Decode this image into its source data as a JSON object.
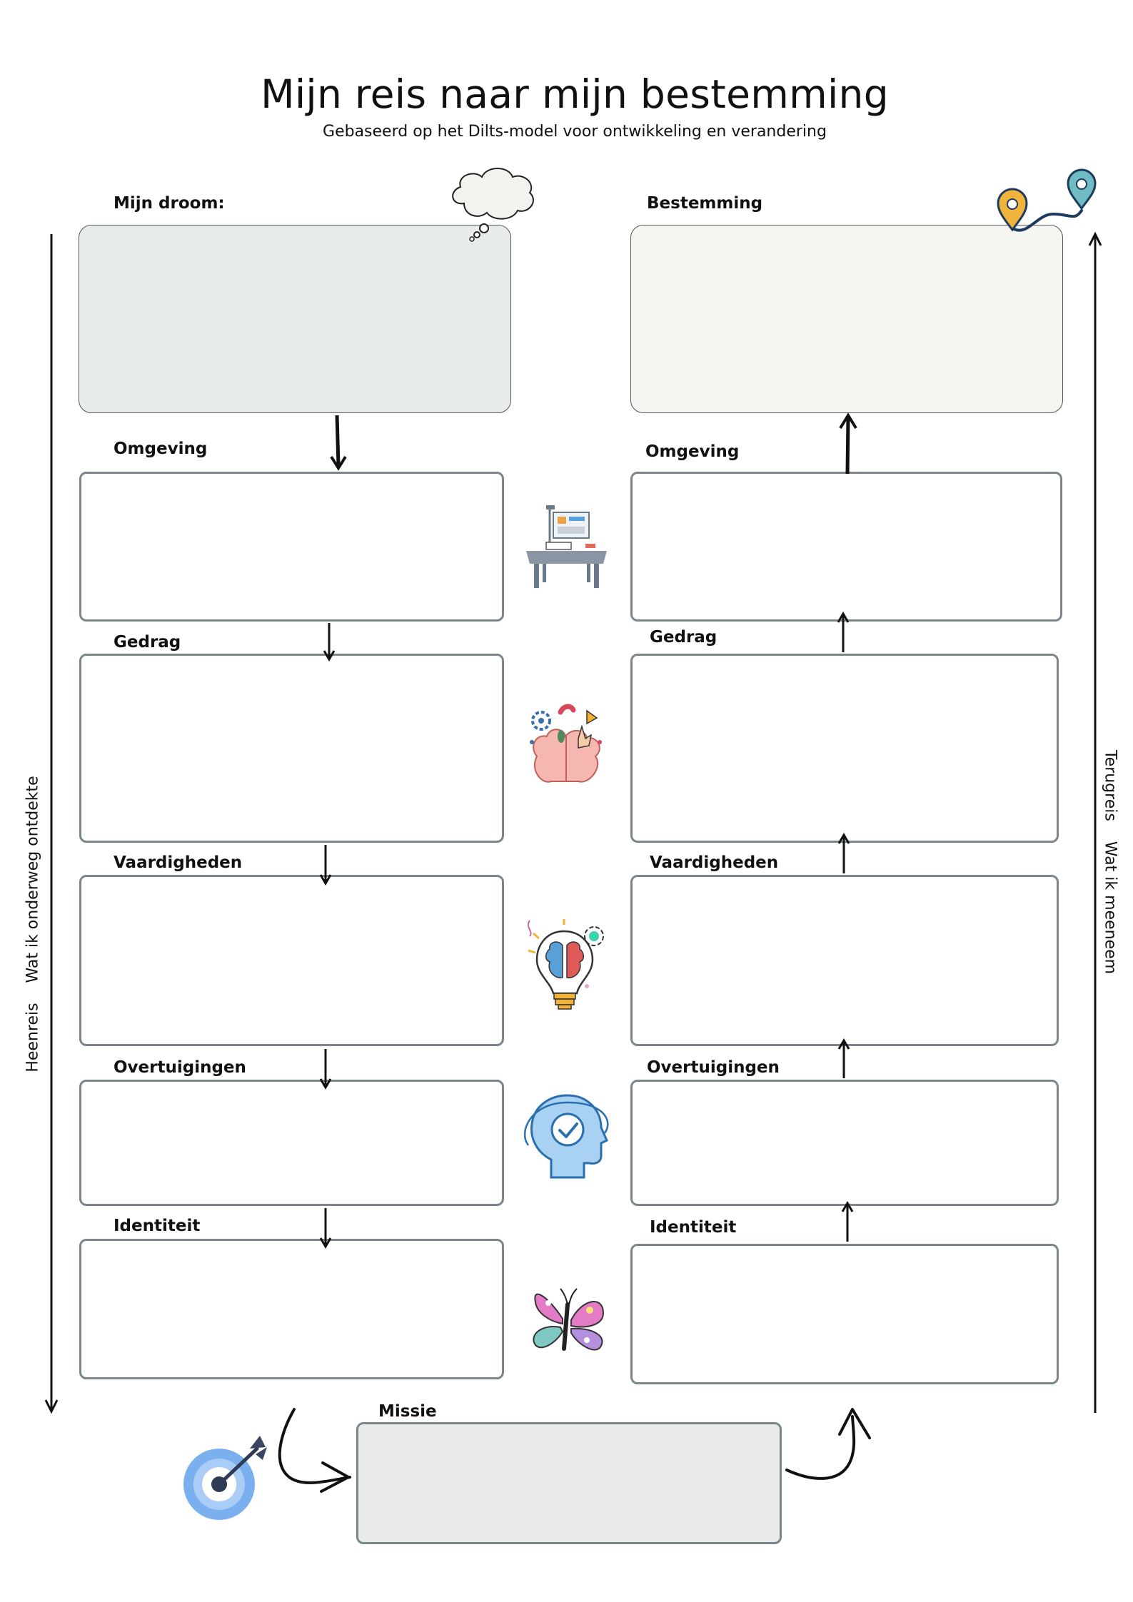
{
  "page": {
    "title": "Mijn reis naar mijn bestemming",
    "subtitle": "Gebaseerd op het Dilts-model voor ontwikkeling en verandering"
  },
  "left_column": {
    "dream_label": "Mijn droom:",
    "levels": [
      "Omgeving",
      "Gedrag",
      "Vaardigheden",
      "Overtuigingen",
      "Identiteit"
    ],
    "side_text": "Heenreis    Wat ik onderweg ontdekte"
  },
  "right_column": {
    "destination_label": "Bestemming",
    "levels": [
      "Omgeving",
      "Gedrag",
      "Vaardigheden",
      "Overtuigingen",
      "Identiteit"
    ],
    "side_text": "Terugreis    Wat ik meeneem"
  },
  "mission": {
    "label": "Missie"
  },
  "icons": [
    "thought-cloud-icon",
    "map-pins-route-icon",
    "desk-computer-icon",
    "brain-creativity-icon",
    "lightbulb-brain-icon",
    "head-checkmark-icon",
    "butterfly-icon",
    "target-dart-icon"
  ],
  "colors": {
    "dream_fill": "#e7ebe9",
    "destination_fill": "#f4f4f1",
    "mission_fill": "#e9ebeb",
    "box_border": "#7b868a"
  }
}
